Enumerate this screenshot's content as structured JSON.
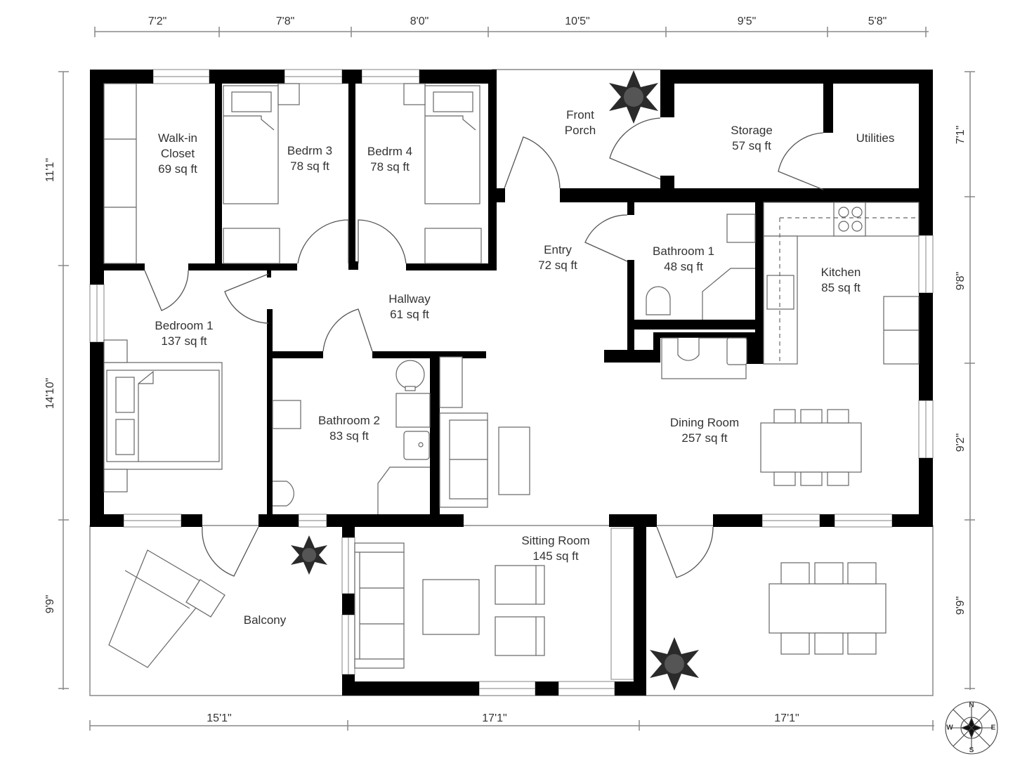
{
  "plan": {
    "type": "floor-plan",
    "colors": {
      "wall": "#000000",
      "line": "#555555",
      "window": "#999999",
      "text": "#333333",
      "background": "#ffffff"
    },
    "rooms": [
      {
        "id": "walk-in-closet",
        "name_lines": [
          "Walk-in",
          "Closet"
        ],
        "area": "69 sq ft"
      },
      {
        "id": "bedroom-3",
        "name_lines": [
          "Bedrm 3"
        ],
        "area": "78 sq ft"
      },
      {
        "id": "bedroom-4",
        "name_lines": [
          "Bedrm 4"
        ],
        "area": "78 sq ft"
      },
      {
        "id": "front-porch",
        "name_lines": [
          "Front",
          "Porch"
        ],
        "area": ""
      },
      {
        "id": "storage",
        "name_lines": [
          "Storage"
        ],
        "area": "57 sq ft"
      },
      {
        "id": "utilities",
        "name_lines": [
          "Utilities"
        ],
        "area": ""
      },
      {
        "id": "entry",
        "name_lines": [
          "Entry"
        ],
        "area": "72 sq ft"
      },
      {
        "id": "bathroom-1",
        "name_lines": [
          "Bathroom 1"
        ],
        "area": "48 sq ft"
      },
      {
        "id": "kitchen",
        "name_lines": [
          "Kitchen"
        ],
        "area": "85 sq ft"
      },
      {
        "id": "hallway",
        "name_lines": [
          "Hallway"
        ],
        "area": "61 sq ft"
      },
      {
        "id": "bedroom-1",
        "name_lines": [
          "Bedroom 1"
        ],
        "area": "137 sq ft"
      },
      {
        "id": "bathroom-2",
        "name_lines": [
          "Bathroom 2"
        ],
        "area": "83 sq ft"
      },
      {
        "id": "dining-room",
        "name_lines": [
          "Dining Room"
        ],
        "area": "257 sq ft"
      },
      {
        "id": "sitting-room",
        "name_lines": [
          "Sitting Room"
        ],
        "area": "145 sq ft"
      },
      {
        "id": "balcony",
        "name_lines": [
          "Balcony"
        ],
        "area": ""
      }
    ],
    "dimensions": {
      "top": [
        "7'2\"",
        "7'8\"",
        "8'0\"",
        "10'5\"",
        "9'5\"",
        "5'8\""
      ],
      "bottom": [
        "15'1\"",
        "17'1\"",
        "17'1\""
      ],
      "left": [
        "11'1\"",
        "14'10\"",
        "9'9\""
      ],
      "right": [
        "7'1\"",
        "9'8\"",
        "9'2\"",
        "9'9\""
      ]
    },
    "compass": {
      "n": "N",
      "e": "E",
      "s": "S",
      "w": "W"
    }
  }
}
